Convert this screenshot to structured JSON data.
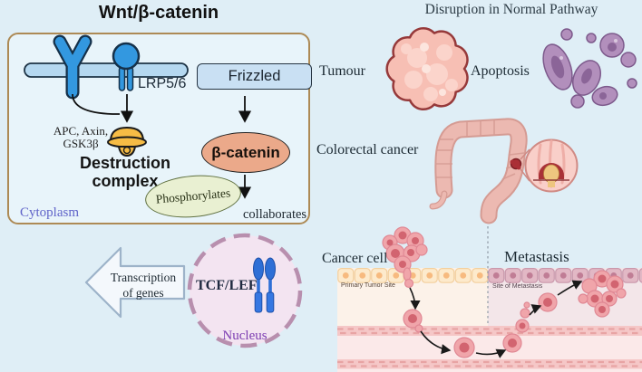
{
  "pathway": {
    "title": "Wnt/β-catenin",
    "lrp_label": "LRP5/6",
    "frizzled_label": "Frizzled",
    "complex_components": "APC, Axin,\nGSK3β",
    "destruction_complex_label": "Destruction\ncomplex",
    "beta_catenin_label": "β-catenin",
    "phosphorylates_label": "Phosphorylates",
    "cytoplasm_label": "Cytoplasm",
    "collaborates_label": "collaborates"
  },
  "transcription": {
    "label": "Transcription\nof genes"
  },
  "nucleus": {
    "tcf_lef_label": "TCF/LEF",
    "nucleus_label": "Nucleus"
  },
  "disruption": {
    "title": "Disruption in Normal Pathway",
    "tumour_label": "Tumour",
    "apoptosis_label": "Apoptosis",
    "colorectal_label": "Colorectal cancer"
  },
  "metastasis": {
    "cancer_cell_label": "Cancer cell",
    "metastasis_label": "Metastasis",
    "primary_site_label": "Primary Tumor Site",
    "site_label": "Site of Metastasis"
  },
  "colors": {
    "background": "#dfeef6",
    "panel_fill": "#e8f4fa",
    "panel_border": "#ad8a55",
    "membrane": "#b5d8f0",
    "receptor_blue": "#3398e0",
    "frizzled_fill": "#c9e0f3",
    "beta_catenin_fill": "#eba98a",
    "destruction_icon": "#f6bc45",
    "phosphorylates_fill": "#e9f0d2",
    "cytoplasm_text": "#5f63c9",
    "nucleus_fill": "#f3e4f1",
    "nucleus_border": "#b88fae",
    "nucleus_text": "#7c3db2",
    "tcf_blue": "#2e6fd6",
    "transcription_arrow_fill": "#f4f8fc",
    "transcription_arrow_border": "#9db3c9",
    "tumour_fill": "#f7bfb4",
    "tumour_outline": "#96393a",
    "apoptosis_fill": "#b28fbc",
    "apoptosis_outline": "#7d5a8c",
    "colon_fill": "#ecb9b1",
    "epithelium_left": "#fdeacc",
    "epithelium_right": "#e2b8c5",
    "cancer_cell_fill": "#f0a5aa",
    "cancer_cell_nucleus": "#d26470",
    "vessel_band": "#f5c7c7",
    "tissue_left_bg": "#fcf2e9",
    "tissue_right_bg": "#f3e6e9",
    "lumen_bg": "#fbe9e9"
  }
}
